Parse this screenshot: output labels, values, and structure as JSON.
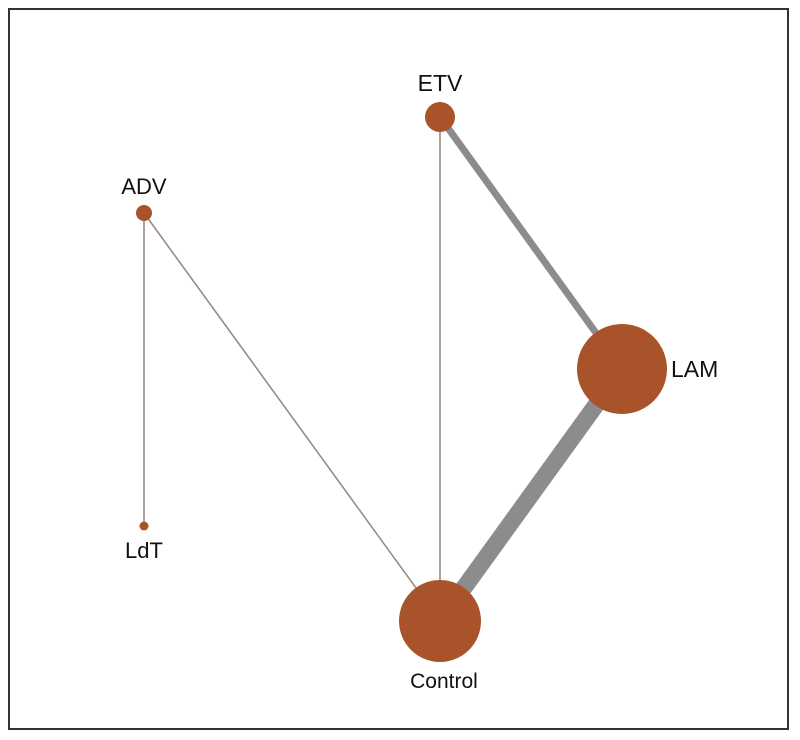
{
  "colors": {
    "node": "#a9532a",
    "edge": "#8c8c8c",
    "thin_edge": "#9a8a85",
    "border": "#333333"
  },
  "network": {
    "nodes": [
      {
        "id": "ETV",
        "label": "ETV"
      },
      {
        "id": "ADV",
        "label": "ADV"
      },
      {
        "id": "LAM",
        "label": "LAM"
      },
      {
        "id": "LdT",
        "label": "LdT"
      },
      {
        "id": "Control",
        "label": "Control"
      }
    ],
    "edges": [
      {
        "from": "ADV",
        "to": "LdT"
      },
      {
        "from": "ADV",
        "to": "Control"
      },
      {
        "from": "ETV",
        "to": "Control"
      },
      {
        "from": "ETV",
        "to": "LAM"
      },
      {
        "from": "LAM",
        "to": "Control"
      }
    ]
  }
}
